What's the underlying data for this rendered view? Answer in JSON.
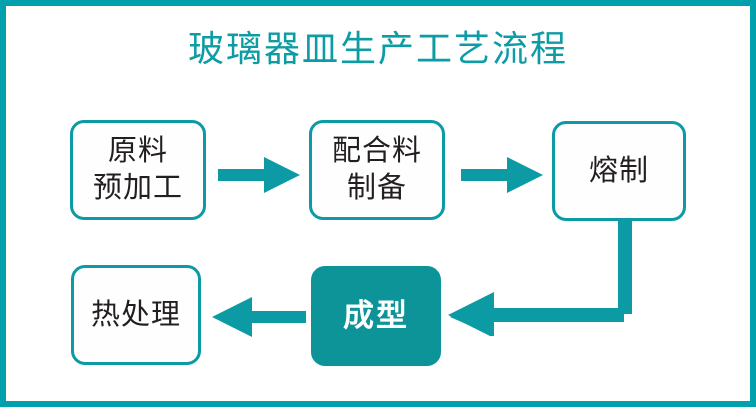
{
  "page": {
    "title": "玻璃器皿生产工艺流程",
    "frame_color": "#00A0AC",
    "accent_color": "#0C9AA4",
    "fill_color": "#0C9499",
    "text_color": "#231F20",
    "background": "#FFFFFF"
  },
  "chart_data": {
    "type": "diagram",
    "diagram_kind": "process-flowchart",
    "title": "玻璃器皿生产工艺流程",
    "orientation": "serpentine-left-to-right-then-right-to-left",
    "nodes": [
      {
        "id": "raw-material",
        "label": "原料\n预加工",
        "style": "outlined",
        "row": 1,
        "order": 1
      },
      {
        "id": "batch-prep",
        "label": "配合料\n制备",
        "style": "outlined",
        "row": 1,
        "order": 2
      },
      {
        "id": "melting",
        "label": "熔制",
        "style": "outlined",
        "row": 1,
        "order": 3
      },
      {
        "id": "forming",
        "label": "成型",
        "style": "filled",
        "row": 2,
        "order": 4
      },
      {
        "id": "heat-treatment",
        "label": "热处理",
        "style": "outlined",
        "row": 2,
        "order": 5
      }
    ],
    "edges": [
      {
        "from": "raw-material",
        "to": "batch-prep",
        "direction": "right",
        "shape": "straight"
      },
      {
        "from": "batch-prep",
        "to": "melting",
        "direction": "right",
        "shape": "straight"
      },
      {
        "from": "melting",
        "to": "forming",
        "direction": "left",
        "shape": "elbow-down-left"
      },
      {
        "from": "forming",
        "to": "heat-treatment",
        "direction": "left",
        "shape": "straight"
      }
    ]
  },
  "nodes": {
    "raw_material": {
      "label": "原料\n预加工"
    },
    "batch_prep": {
      "label": "配合料\n制备"
    },
    "melting": {
      "label": "熔制"
    },
    "forming": {
      "label": "成型"
    },
    "heat_treatment": {
      "label": "热处理"
    }
  },
  "icons": {
    "arrow_right": "arrow-right-icon",
    "arrow_left": "arrow-left-icon",
    "elbow_connector": "elbow-arrow-left-icon"
  }
}
